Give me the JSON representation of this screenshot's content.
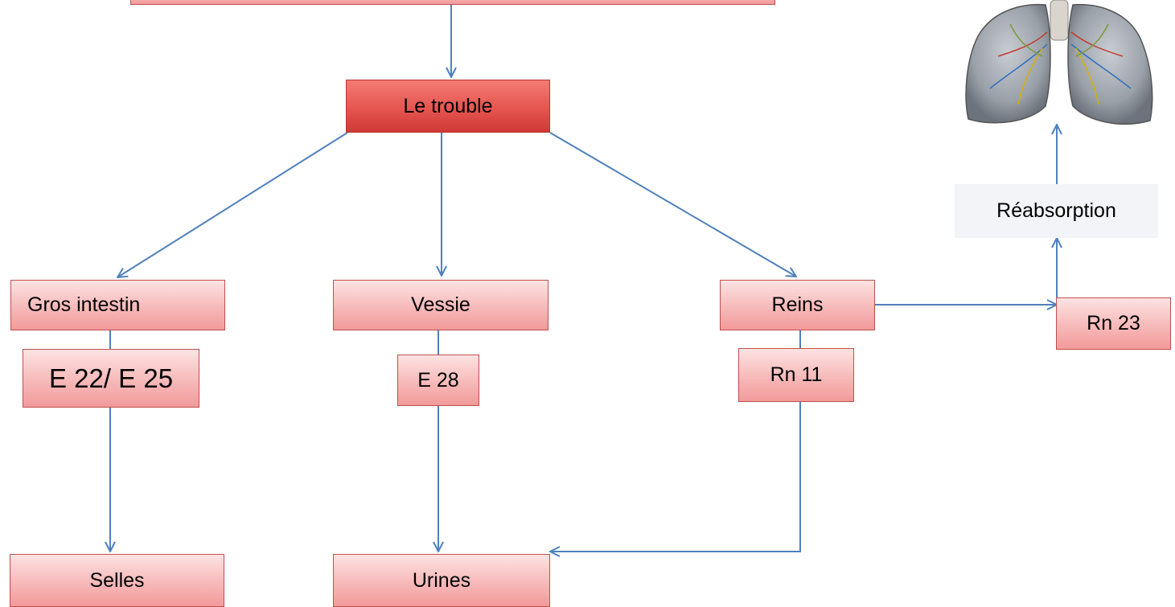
{
  "nodes": {
    "trouble": "Le trouble",
    "gros_intestin": "Gros intestin",
    "vessie": "Vessie",
    "reins": "Reins",
    "e22_e25": "E 22/ E 25",
    "e28": "E 28",
    "rn11": "Rn 11",
    "rn23": "Rn 23",
    "reabsorption": "Réabsorption",
    "selles": "Selles",
    "urines": "Urines"
  },
  "icons": {
    "lungs": "lungs-illustration"
  },
  "colors": {
    "arrow": "#4f81bd",
    "box_border": "#c0504d",
    "box_fill": "#f7b9b9",
    "root_fill": "#e65550"
  }
}
